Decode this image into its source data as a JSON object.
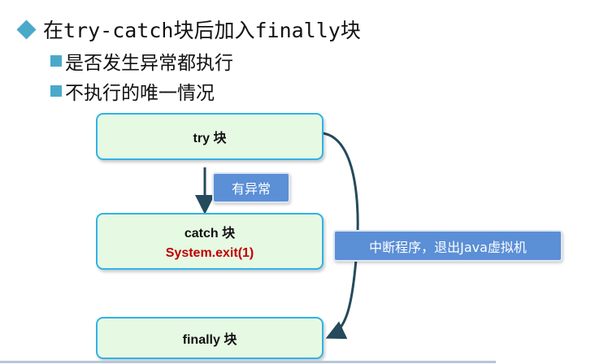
{
  "heading": "在try-catch块后加入finally块",
  "bullets": [
    "是否发生异常都执行",
    "不执行的唯一情况"
  ],
  "diagram": {
    "try_label": "try 块",
    "catch_label": "catch 块",
    "catch_code": "System.exit(1)",
    "finally_label": "finally 块",
    "exception_tag": "有异常",
    "exit_tag": "中断程序，退出Java虚拟机"
  },
  "colors": {
    "accent": "#4aa9c9",
    "box_fill": "#e6f9e3",
    "box_border": "#2fb3e8",
    "tag": "#5b8fd6",
    "code": "#c00000"
  }
}
